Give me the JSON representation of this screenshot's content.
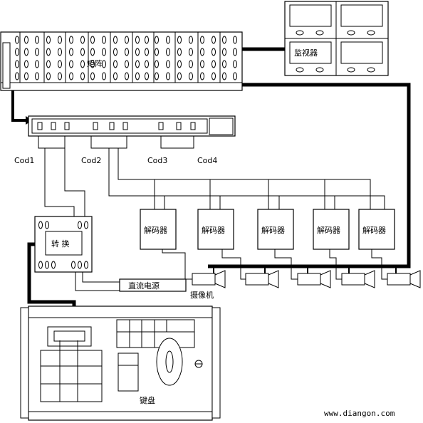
{
  "labels": {
    "matrix": "矩阵",
    "monitor": "监视器",
    "cod1": "Cod1",
    "cod2": "Cod2",
    "cod3": "Cod3",
    "cod4": "Cod4",
    "converter": "转 换",
    "dc_power": "直流电源",
    "camera": "摄像机",
    "keyboard": "键盘",
    "watermark": "www.diangon.com"
  },
  "decoders": [
    "解码器",
    "解码器",
    "解码器",
    "解码器",
    "解码器"
  ],
  "colors": {
    "line": "#000000",
    "background": "#ffffff"
  }
}
